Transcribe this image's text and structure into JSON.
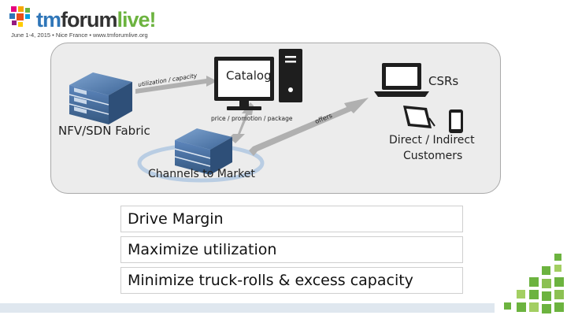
{
  "logo": {
    "brand_tm": "tm",
    "brand_forum": "forum",
    "brand_live": "live!",
    "tagline": "June 1-4, 2015 • Nice France • www.tmforumlive.org",
    "colors": {
      "tm": "#2f76b8",
      "forum": "#333333",
      "live": "#6cb33f"
    }
  },
  "diagram": {
    "catalog_label": "Catalog",
    "csrs_label": "CSRs",
    "fabric_label": "NFV/SDN Fabric",
    "channels_label": "Channels to Market",
    "customers_label_line1": "Direct / Indirect",
    "customers_label_line2": "Customers",
    "edge_utilization": "utilization / capacity",
    "edge_price": "price / promotion / package",
    "edge_offers": "offers",
    "icons": [
      "server-icon",
      "monitor-icon",
      "tower-pc-icon",
      "laptop-icon",
      "tablet-icon",
      "phone-icon",
      "double-arrow-icon"
    ]
  },
  "goals": [
    "Drive Margin",
    "Maximize utilization",
    "Minimize truck-rolls & excess capacity"
  ],
  "colors": {
    "panel_bg": "#ececec",
    "server_blue": "#4a73a8",
    "arrow_gray": "#b0b0b0",
    "ring_blue": "#b9cde3",
    "accent_green": "#6cb33f"
  }
}
